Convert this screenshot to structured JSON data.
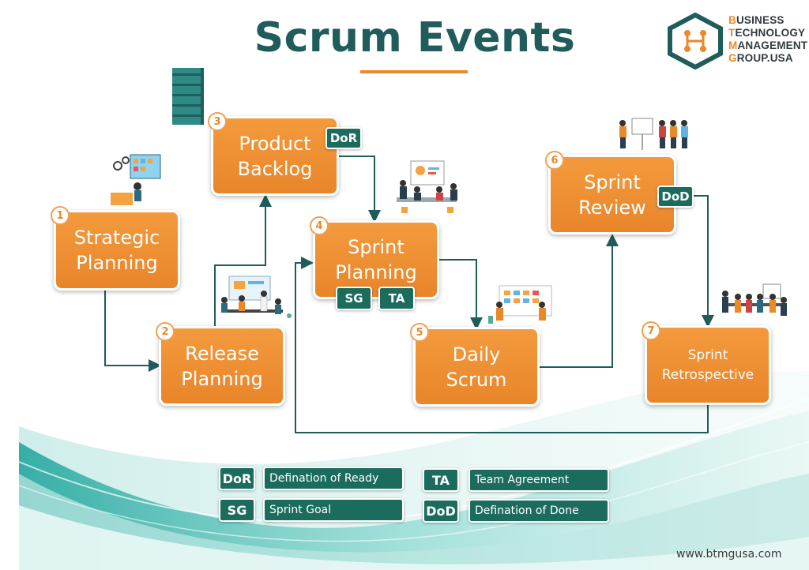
{
  "title": "Scrum Events",
  "logo": {
    "lines": [
      {
        "initial": "B",
        "rest": "USINESS"
      },
      {
        "initial": "T",
        "rest": "ECHNOLOGY"
      },
      {
        "initial": "M",
        "rest": "ANAGEMENT"
      },
      {
        "initial": "G",
        "rest": "ROUP.USA"
      }
    ]
  },
  "steps": [
    {
      "number": "1",
      "label": "Strategic\nPlanning"
    },
    {
      "number": "2",
      "label": "Release\nPlanning"
    },
    {
      "number": "3",
      "label": "Product\nBacklog"
    },
    {
      "number": "4",
      "label": "Sprint\nPlanning"
    },
    {
      "number": "5",
      "label": "Daily\nScrum"
    },
    {
      "number": "6",
      "label": "Sprint\nReview"
    },
    {
      "number": "7",
      "label": "Sprint\nRetrospective"
    }
  ],
  "tags": {
    "dor": "DoR",
    "sg": "SG",
    "ta": "TA",
    "dod": "DoD"
  },
  "legend": [
    {
      "abbr": "DoR",
      "definition": "Defination of Ready"
    },
    {
      "abbr": "TA",
      "definition": "Team Agreement"
    },
    {
      "abbr": "SG",
      "definition": "Sprint Goal"
    },
    {
      "abbr": "DoD",
      "definition": "Defination of Done"
    }
  ],
  "website": "www.btmgusa.com",
  "colors": {
    "accent": "#e8892a",
    "teal": "#1c6c5e",
    "title": "#1f5c5a",
    "connector": "#1f5c5a"
  }
}
